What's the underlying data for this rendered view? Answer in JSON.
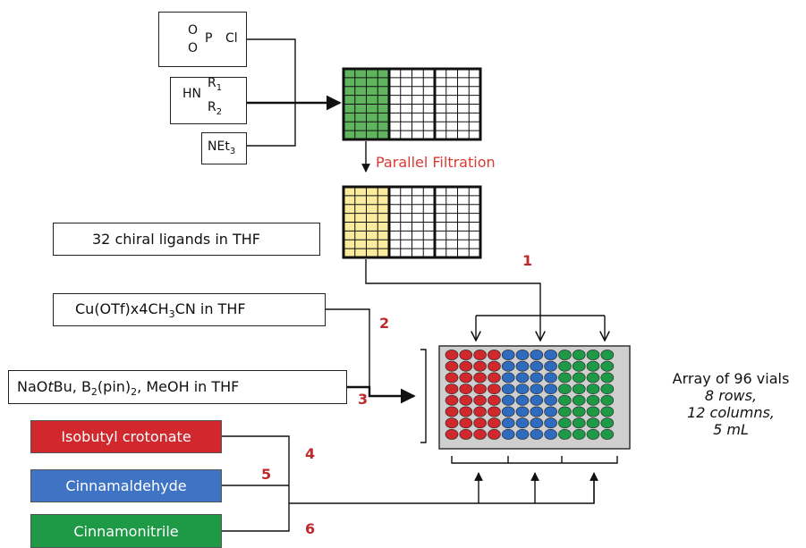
{
  "reagents": {
    "phosphorus": {
      "P": "P",
      "Cl": "Cl",
      "O": "O"
    },
    "amine": {
      "HN": "HN",
      "R1": "R",
      "R1_sub": "1",
      "R2": "R",
      "R2_sub": "2"
    },
    "base": {
      "main": "NEt",
      "sub": "3"
    }
  },
  "filtration_label": "Parallel Filtration",
  "ligands_label": "32 chiral ligands in THF",
  "copper": {
    "pre": "Cu(OTf)x4CH",
    "sub1": "3",
    "mid": "CN  in THF"
  },
  "additives": {
    "a": "NaO",
    "b": "t",
    "c": "Bu, B",
    "d": "2",
    "e": "(pin)",
    "f": "2",
    "g": ", MeOH in THF"
  },
  "substrates": [
    {
      "label": "Isobutyl crotonate",
      "color": "#d0282d",
      "step": "4"
    },
    {
      "label": "Cinnamaldehyde",
      "color": "#3f74c4",
      "step": "5"
    },
    {
      "label": "Cinnamonitrile",
      "color": "#1e9a47",
      "step": "6"
    }
  ],
  "steps": {
    "one": "1",
    "two": "2",
    "three": "3"
  },
  "array_note": {
    "title": "Array of 96 vials",
    "rows": "8 rows,",
    "cols": "12 columns,",
    "vol": "5 mL"
  },
  "colors": {
    "green": "#5eb55e",
    "yellow": "#fbeb9c",
    "red": "#d0282d",
    "blue": "#2f6cbf",
    "vial_green": "#1e9a47",
    "tray": "#cfcfcf"
  }
}
